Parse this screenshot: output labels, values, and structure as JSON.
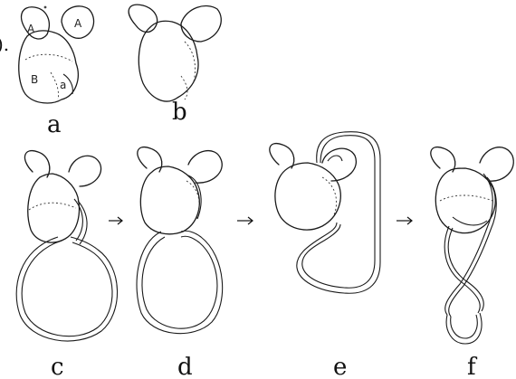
{
  "panel_label_partial": ").",
  "subunit_labels": {
    "small_left": "A",
    "small_right": "A",
    "large": "B",
    "lower": "a"
  },
  "captions": {
    "a": "a",
    "b": "b",
    "c": "c",
    "d": "d",
    "e": "e",
    "f": "f"
  },
  "arrows": [
    "→",
    "→",
    "→"
  ]
}
